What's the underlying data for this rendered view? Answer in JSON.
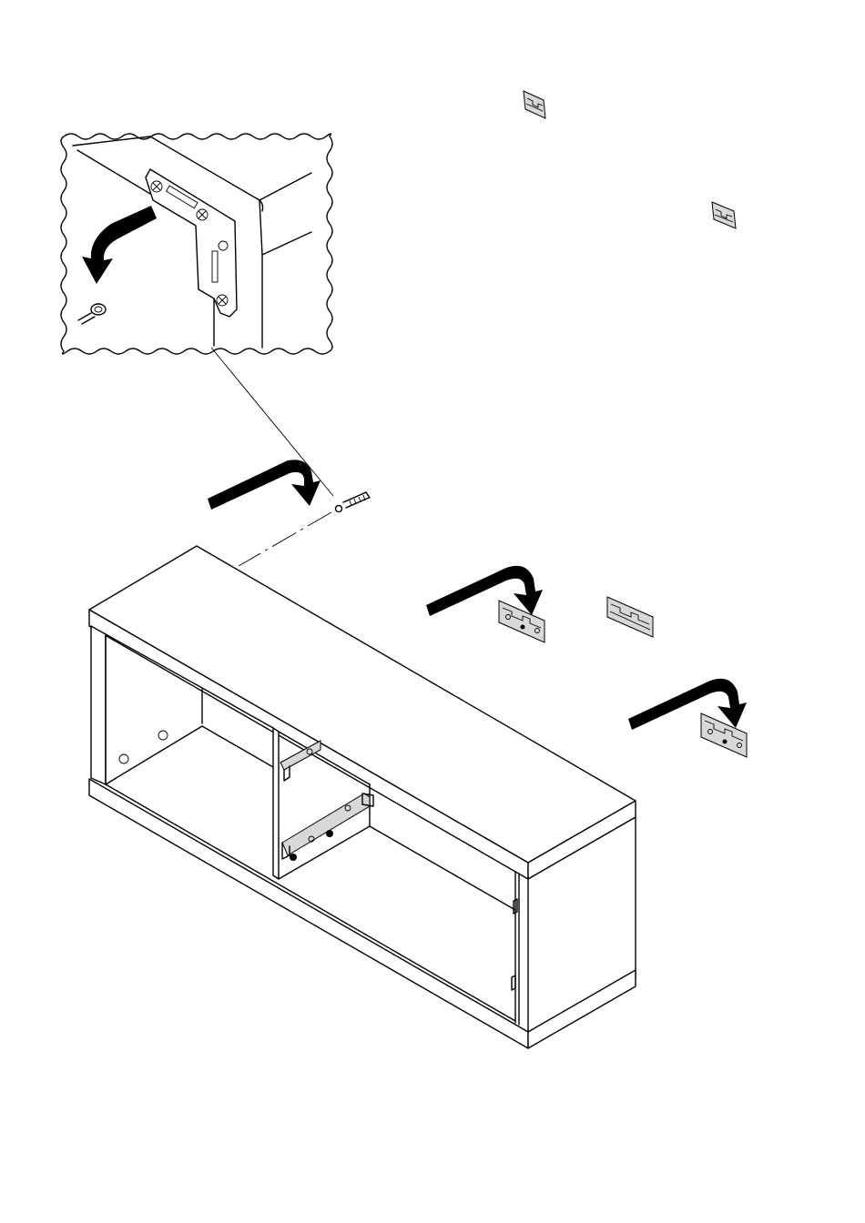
{
  "figure": {
    "kind": "assembly-instruction",
    "colors": {
      "ink": "#000000",
      "paper": "#ffffff",
      "hardware": "#d8d8d8"
    },
    "parts": [
      {
        "name": "wall-bracket",
        "count": 4
      },
      {
        "name": "screw-with-wall-plug",
        "count": 1
      },
      {
        "name": "corner-fixing-plate",
        "count": 1
      },
      {
        "name": "tv-cabinet",
        "count": 1
      }
    ]
  }
}
